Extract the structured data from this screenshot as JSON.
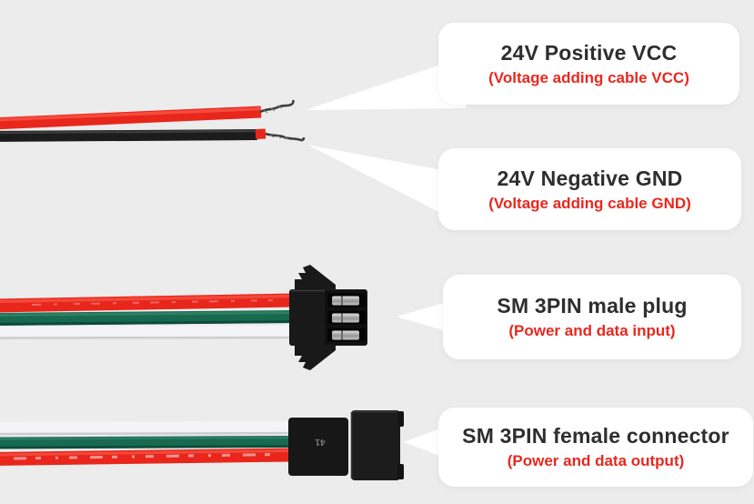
{
  "callouts": [
    {
      "title": "24V Positive VCC",
      "subtitle": "(Voltage adding cable VCC)"
    },
    {
      "title": "24V Negative GND",
      "subtitle": "(Voltage adding cable GND)"
    },
    {
      "title": "SM 3PIN male plug",
      "subtitle": "(Power and data input)"
    },
    {
      "title": "SM 3PIN female connector",
      "subtitle": "(Power and data output)"
    }
  ],
  "female_connector_marking": "41",
  "colors": {
    "background": "#ececec",
    "bubble": "#ffffff",
    "title_text": "#2e2e2e",
    "subtitle_text": "#e8281f",
    "wire_red": "#e8261c",
    "wire_red_highlight": "#ff6a58",
    "wire_black": "#1c1c1c",
    "wire_green": "#17694f",
    "wire_green_dark": "#0c4636",
    "wire_white": "#f4f4f6",
    "wire_white_edge": "#c9c9cd",
    "connector_black": "#191919",
    "bare_strand": "#3c3c3c",
    "pin_silver": "#c9c9c9"
  }
}
